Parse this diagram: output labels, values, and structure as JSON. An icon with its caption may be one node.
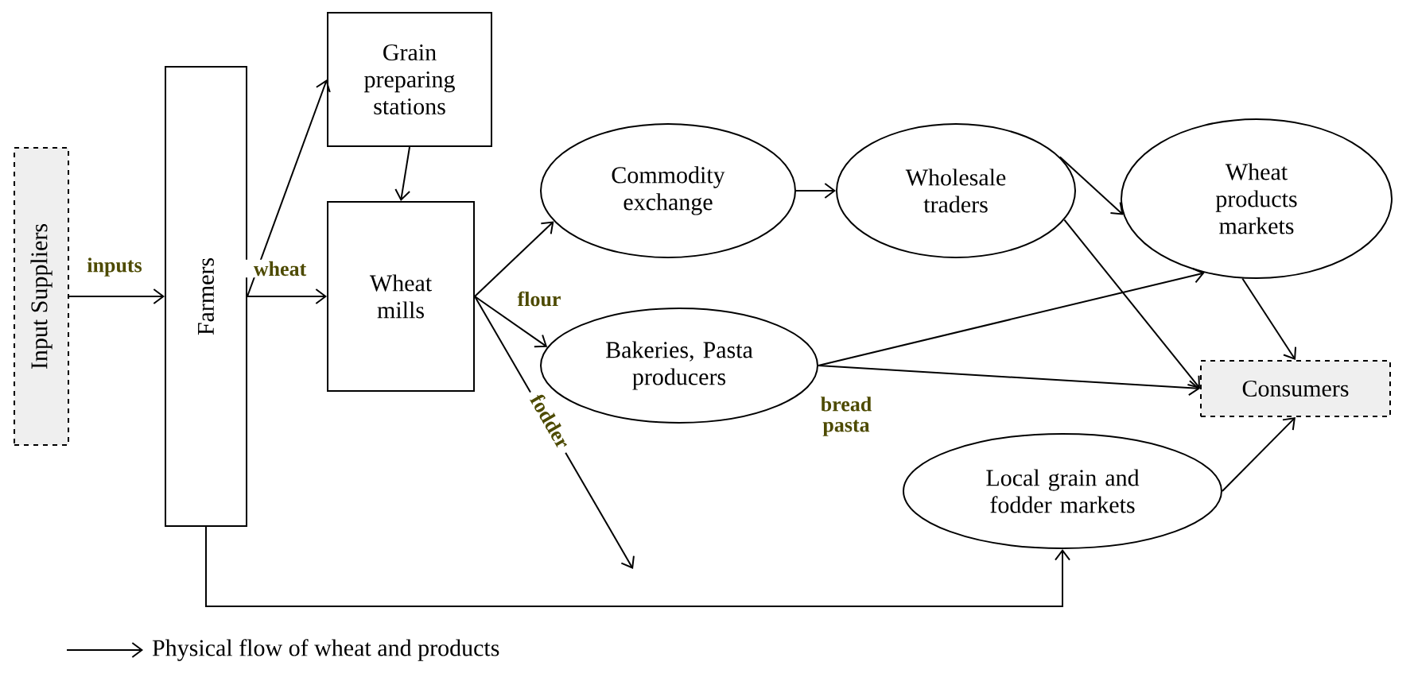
{
  "diagram": {
    "nodes": [
      {
        "text": [
          "Input Suppliers"
        ]
      },
      {
        "text": [
          "Farmers"
        ]
      },
      {
        "text": [
          "Grain preparing stations"
        ]
      },
      {
        "text": [
          "Wheat mills"
        ]
      },
      {
        "text": [
          "Commodity exchange"
        ]
      },
      {
        "text": [
          "Wholesale traders"
        ]
      },
      {
        "text": [
          "Wheat products markets"
        ]
      },
      {
        "text": [
          "Bakeries, Pasta producers"
        ]
      },
      {
        "text": [
          "Consumers"
        ]
      },
      {
        "text": [
          "Local grain and fodder markets"
        ]
      }
    ],
    "edges": [
      {
        "from": 0,
        "to": 1,
        "arrow": "to",
        "label": "inputs"
      },
      {
        "from": 1,
        "to": 2,
        "arrow": "to"
      },
      {
        "from": 1,
        "to": 3,
        "arrow": "to",
        "label": "wheat"
      },
      {
        "from": 2,
        "to": 3,
        "arrow": "to"
      },
      {
        "from": 3,
        "to": 4,
        "arrow": "to",
        "label": "flour"
      },
      {
        "from": 3,
        "to": 7,
        "arrow": "to"
      },
      {
        "from": 3,
        "to": null,
        "arrow": "to",
        "label": "fodder"
      },
      {
        "from": 4,
        "to": 5,
        "arrow": "to"
      },
      {
        "from": 5,
        "to": 6,
        "arrow": "to"
      },
      {
        "from": 5,
        "to": 8,
        "arrow": "to"
      },
      {
        "from": 7,
        "to": 6,
        "arrow": "to"
      },
      {
        "from": 7,
        "to": 8,
        "arrow": "to",
        "label": "bread pasta"
      },
      {
        "from": 6,
        "to": 8,
        "arrow": "to"
      },
      {
        "from": 9,
        "to": 8,
        "arrow": "to"
      },
      {
        "from": 1,
        "to": 9,
        "arrow": "to"
      }
    ],
    "legend": [
      {
        "text": "Physical flow of wheat and products"
      }
    ]
  }
}
